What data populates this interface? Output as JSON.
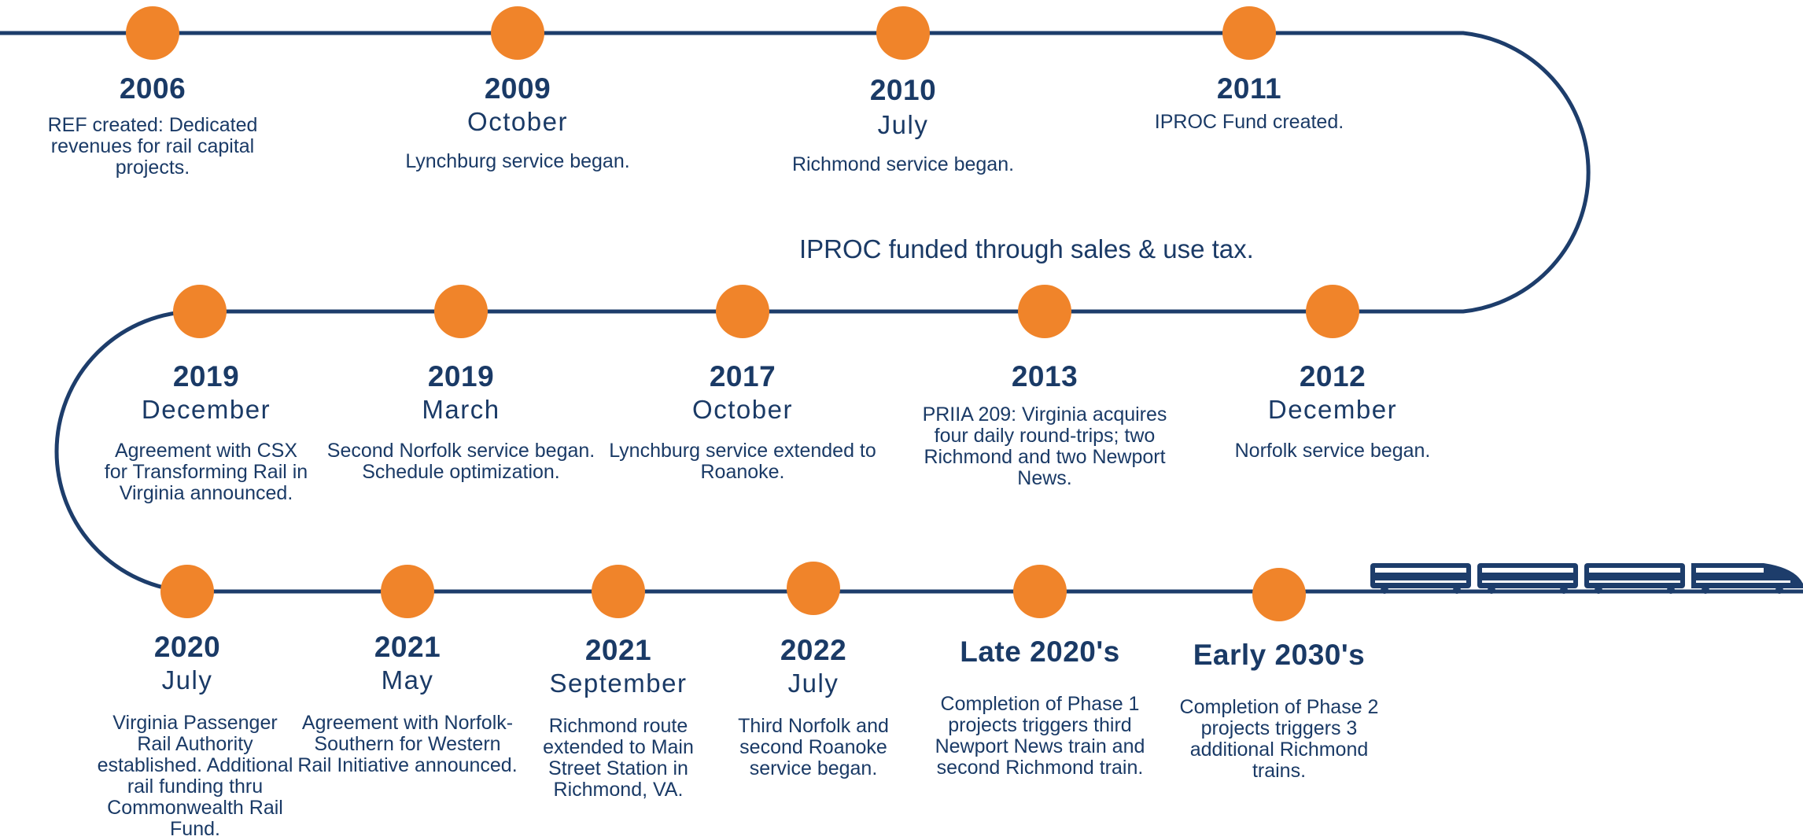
{
  "note": "IPROC funded through sales & use tax.",
  "milestones": [
    {
      "year": "2006",
      "month": "",
      "desc": "REF created: Dedicated revenues for rail capital projects."
    },
    {
      "year": "2009",
      "month": "October",
      "desc": "Lynchburg service began."
    },
    {
      "year": "2010",
      "month": "July",
      "desc": "Richmond service began."
    },
    {
      "year": "2011",
      "month": "",
      "desc": "IPROC Fund created."
    },
    {
      "year": "2012",
      "month": "December",
      "desc": "Norfolk service began."
    },
    {
      "year": "2013",
      "month": "",
      "desc": "PRIIA 209: Virginia acquires four daily round-trips; two Richmond and two Newport News."
    },
    {
      "year": "2017",
      "month": "October",
      "desc": "Lynchburg service extended to Roanoke."
    },
    {
      "year": "2019",
      "month": "March",
      "desc": "Second Norfolk service began. Schedule optimization."
    },
    {
      "year": "2019",
      "month": "December",
      "desc": "Agreement with CSX for Transforming Rail in Virginia announced."
    },
    {
      "year": "2020",
      "month": "July",
      "desc": "Virginia Passenger Rail Authority established. Additional rail funding thru Commonwealth Rail Fund."
    },
    {
      "year": "2021",
      "month": "May",
      "desc": "Agreement with Norfolk-Southern for Western Rail Initiative announced."
    },
    {
      "year": "2021",
      "month": "September",
      "desc": "Richmond route extended to Main Street Station in Richmond, VA."
    },
    {
      "year": "2022",
      "month": "July",
      "desc": "Third Norfolk and second Roanoke service began."
    },
    {
      "year": "Late 2020's",
      "month": "",
      "desc": "Completion of Phase 1 projects triggers third Newport News train and second Richmond train."
    },
    {
      "year": "Early 2030's",
      "month": "",
      "desc": "Completion of Phase 2 projects triggers 3 additional Richmond trains."
    }
  ],
  "colors": {
    "track": "#1d3d6b",
    "dot": "#f0842a",
    "text": "#1a3a66"
  },
  "icons": [
    "train-icon"
  ]
}
